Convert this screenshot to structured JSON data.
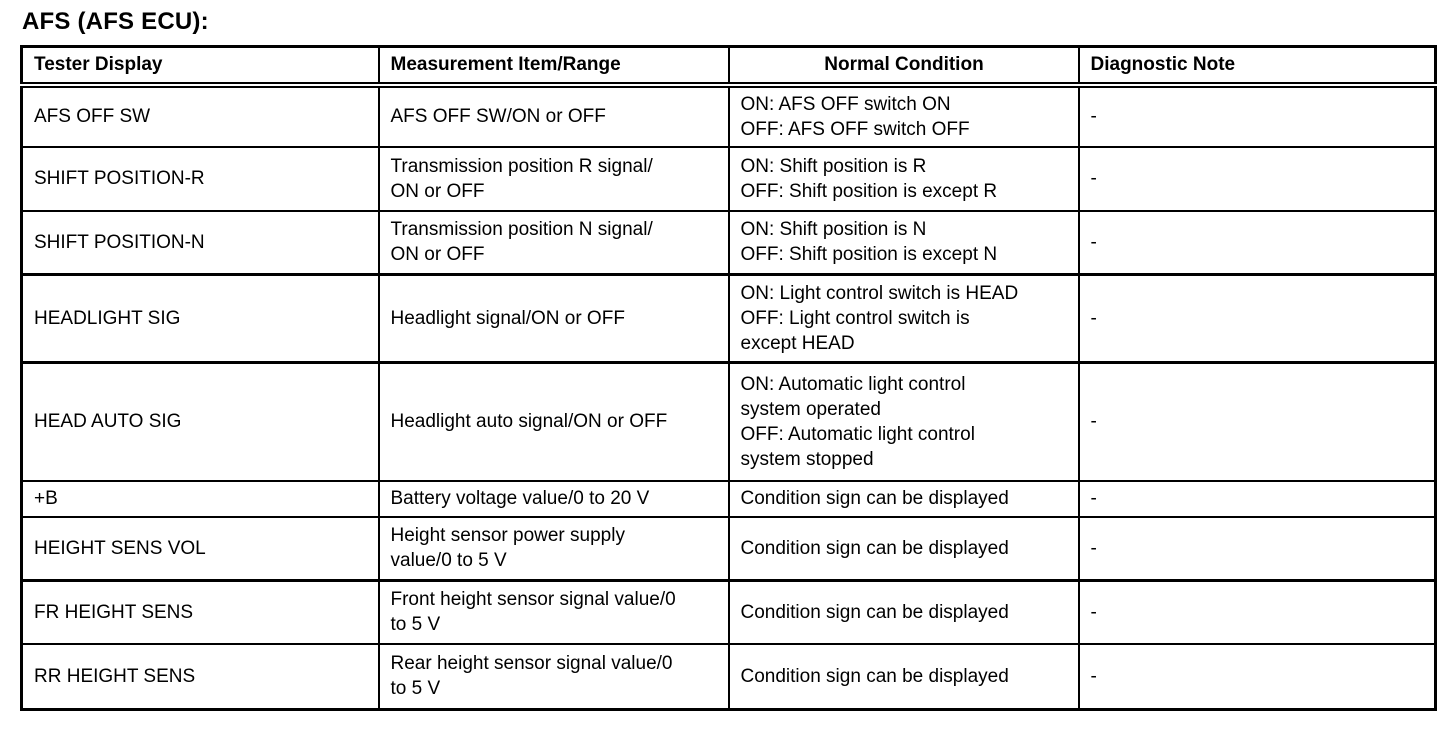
{
  "page": {
    "title": "AFS (AFS ECU):",
    "background": "#ffffff",
    "text_color": "#000000",
    "border_color": "#000000"
  },
  "table": {
    "columns": [
      "Tester Display",
      "Measurement Item/Range",
      "Normal Condition",
      "Diagnostic Note"
    ],
    "rows": [
      {
        "tester_display": "AFS OFF SW",
        "measurement_item_range": "AFS OFF SW/ON or OFF",
        "normal_condition": "ON: AFS OFF switch ON\nOFF: AFS OFF switch OFF",
        "diagnostic_note": "-"
      },
      {
        "tester_display": "SHIFT POSITION-R",
        "measurement_item_range": "Transmission position R signal/\nON or OFF",
        "normal_condition": "ON: Shift position is R\nOFF: Shift position is except R",
        "diagnostic_note": "-"
      },
      {
        "tester_display": "SHIFT POSITION-N",
        "measurement_item_range": "Transmission position N signal/\nON or OFF",
        "normal_condition": "ON: Shift position is N\nOFF: Shift position is except N",
        "diagnostic_note": "-"
      },
      {
        "tester_display": "HEADLIGHT SIG",
        "measurement_item_range": "Headlight signal/ON or OFF",
        "normal_condition": "ON: Light control switch is HEAD\nOFF: Light control switch is\nexcept HEAD",
        "diagnostic_note": "-"
      },
      {
        "tester_display": "HEAD AUTO SIG",
        "measurement_item_range": "Headlight auto signal/ON or OFF",
        "normal_condition": "ON: Automatic light control\nsystem operated\nOFF: Automatic light control\nsystem stopped",
        "diagnostic_note": "-"
      },
      {
        "tester_display": "+B",
        "measurement_item_range": "Battery voltage value/0 to 20 V",
        "normal_condition": "Condition sign can be displayed",
        "diagnostic_note": "-"
      },
      {
        "tester_display": "HEIGHT SENS VOL",
        "measurement_item_range": "Height sensor power supply\nvalue/0 to 5 V",
        "normal_condition": "Condition sign can be displayed",
        "diagnostic_note": "-"
      },
      {
        "tester_display": "FR HEIGHT SENS",
        "measurement_item_range": "Front height sensor signal value/0\nto 5 V",
        "normal_condition": "Condition sign can be displayed",
        "diagnostic_note": "-"
      },
      {
        "tester_display": "RR HEIGHT SENS",
        "measurement_item_range": "Rear height sensor signal value/0\nto 5 V",
        "normal_condition": "Condition sign can be displayed",
        "diagnostic_note": "-"
      }
    ]
  }
}
